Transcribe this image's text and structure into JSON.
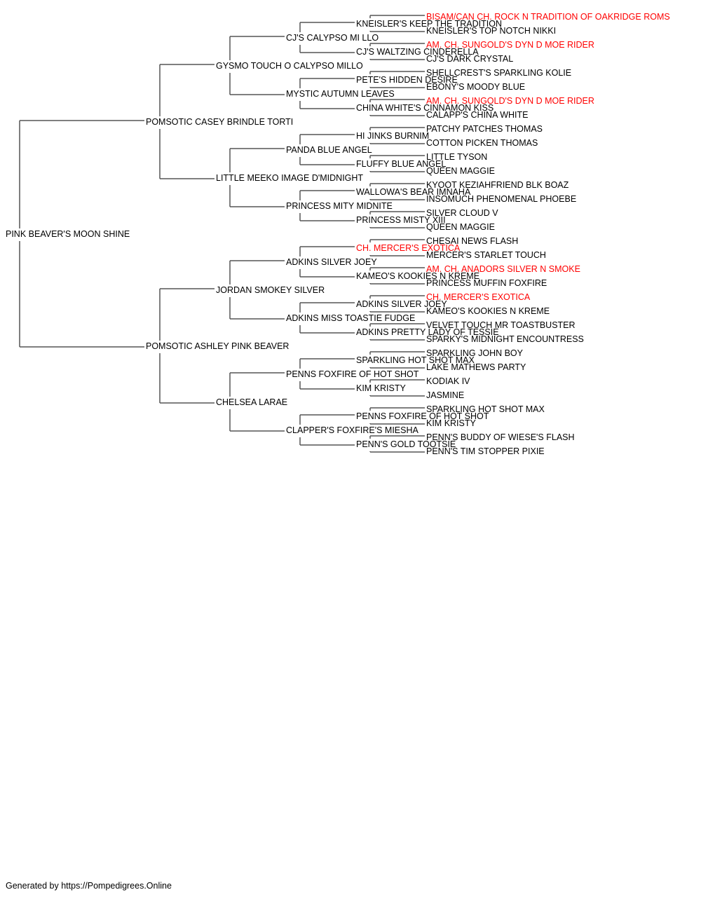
{
  "colors": {
    "champion": "#ff0000",
    "normal": "#000000",
    "line": "#555555"
  },
  "pedigree": [
    {
      "id": "p1",
      "name": "PINK BEAVER'S MOON SHINE",
      "champion": false,
      "gen": 0
    },
    {
      "id": "p2",
      "name": "POMSOTIC CASEY BRINDLE TORTI",
      "champion": false,
      "gen": 1
    },
    {
      "id": "p3",
      "name": "POMSOTIC ASHLEY PINK BEAVER",
      "champion": false,
      "gen": 1
    },
    {
      "id": "p4",
      "name": "GYSMO TOUCH O CALYPSO MILLO",
      "champion": false,
      "gen": 2
    },
    {
      "id": "p5",
      "name": "LITTLE MEEKO IMAGE D'MIDNIGHT",
      "champion": false,
      "gen": 2
    },
    {
      "id": "p6",
      "name": "JORDAN SMOKEY SILVER",
      "champion": false,
      "gen": 2
    },
    {
      "id": "p7",
      "name": "CHELSEA LARAE",
      "champion": false,
      "gen": 2
    },
    {
      "id": "p8",
      "name": "CJ'S CALYPSO MI LLO",
      "champion": false,
      "gen": 3
    },
    {
      "id": "p9",
      "name": "MYSTIC AUTUMN LEAVES",
      "champion": false,
      "gen": 3
    },
    {
      "id": "p10",
      "name": "PANDA BLUE ANGEL",
      "champion": false,
      "gen": 3
    },
    {
      "id": "p11",
      "name": "PRINCESS MITY MIDNITE",
      "champion": false,
      "gen": 3
    },
    {
      "id": "p12",
      "name": "ADKINS SILVER JOEY",
      "champion": false,
      "gen": 3
    },
    {
      "id": "p13",
      "name": "ADKINS MISS TOASTIE FUDGE",
      "champion": false,
      "gen": 3
    },
    {
      "id": "p14",
      "name": "PENNS FOXFIRE OF HOT SHOT",
      "champion": false,
      "gen": 3
    },
    {
      "id": "p15",
      "name": "CLAPPER'S FOXFIRE'S MIESHA",
      "champion": false,
      "gen": 3
    },
    {
      "id": "p16",
      "name": "KNEISLER'S KEEP THE TRADITION",
      "champion": false,
      "gen": 4
    },
    {
      "id": "p17",
      "name": "CJ'S WALTZING CINDERELLA",
      "champion": false,
      "gen": 4
    },
    {
      "id": "p18",
      "name": "PETE'S HIDDEN DESIRE",
      "champion": false,
      "gen": 4
    },
    {
      "id": "p19",
      "name": "CHINA WHITE'S CINNAMON KISS",
      "champion": false,
      "gen": 4
    },
    {
      "id": "p20",
      "name": "HI JINKS BURNIM",
      "champion": false,
      "gen": 4
    },
    {
      "id": "p21",
      "name": "FLUFFY BLUE ANGEL",
      "champion": false,
      "gen": 4
    },
    {
      "id": "p22",
      "name": "WALLOWA'S BEAR IMNAHA",
      "champion": false,
      "gen": 4
    },
    {
      "id": "p23",
      "name": "PRINCESS MISTY XIII",
      "champion": false,
      "gen": 4
    },
    {
      "id": "p24",
      "name": "CH. MERCER'S EXOTICA",
      "champion": true,
      "gen": 4
    },
    {
      "id": "p25",
      "name": "KAMEO'S KOOKIES N KREME",
      "champion": false,
      "gen": 4
    },
    {
      "id": "p26",
      "name": "ADKINS SILVER JOEY",
      "champion": false,
      "gen": 4
    },
    {
      "id": "p27",
      "name": "ADKINS PRETTY LADY OF TESSIE",
      "champion": false,
      "gen": 4
    },
    {
      "id": "p28",
      "name": "SPARKLING HOT SHOT MAX",
      "champion": false,
      "gen": 4
    },
    {
      "id": "p29",
      "name": "KIM KRISTY",
      "champion": false,
      "gen": 4
    },
    {
      "id": "p30",
      "name": "PENNS FOXFIRE OF HOT SHOT",
      "champion": false,
      "gen": 4
    },
    {
      "id": "p31",
      "name": "PENN'S GOLD TOOTSIE",
      "champion": false,
      "gen": 4
    },
    {
      "id": "p32",
      "name": "BISAM/CAN CH. ROCK N TRADITION OF OAKRIDGE ROMS",
      "champion": true,
      "gen": 5
    },
    {
      "id": "p33",
      "name": "KNEISLER'S TOP NOTCH NIKKI",
      "champion": false,
      "gen": 5
    },
    {
      "id": "p34",
      "name": "AM. CH. SUNGOLD'S DYN D MOE RIDER",
      "champion": true,
      "gen": 5
    },
    {
      "id": "p35",
      "name": "CJ'S DARK CRYSTAL",
      "champion": false,
      "gen": 5
    },
    {
      "id": "p36",
      "name": "SHELLCREST'S SPARKLING KOLIE",
      "champion": false,
      "gen": 5
    },
    {
      "id": "p37",
      "name": "EBONY'S MOODY BLUE",
      "champion": false,
      "gen": 5
    },
    {
      "id": "p38",
      "name": "AM. CH. SUNGOLD'S DYN D MOE RIDER",
      "champion": true,
      "gen": 5
    },
    {
      "id": "p39",
      "name": "CALAPP'S CHINA WHITE",
      "champion": false,
      "gen": 5
    },
    {
      "id": "p40",
      "name": "PATCHY PATCHES THOMAS",
      "champion": false,
      "gen": 5
    },
    {
      "id": "p41",
      "name": "COTTON PICKEN THOMAS",
      "champion": false,
      "gen": 5
    },
    {
      "id": "p42",
      "name": "LITTLE TYSON",
      "champion": false,
      "gen": 5
    },
    {
      "id": "p43",
      "name": "QUEEN MAGGIE",
      "champion": false,
      "gen": 5
    },
    {
      "id": "p44",
      "name": "KYOOT KEZIAHFRIEND BLK BOAZ",
      "champion": false,
      "gen": 5
    },
    {
      "id": "p45",
      "name": "INSOMUCH PHENOMENAL PHOEBE",
      "champion": false,
      "gen": 5
    },
    {
      "id": "p46",
      "name": "SILVER CLOUD V",
      "champion": false,
      "gen": 5
    },
    {
      "id": "p47",
      "name": "QUEEN MAGGIE",
      "champion": false,
      "gen": 5
    },
    {
      "id": "p48",
      "name": "CHESAI NEWS FLASH",
      "champion": false,
      "gen": 5
    },
    {
      "id": "p49",
      "name": "MERCER'S STARLET TOUCH",
      "champion": false,
      "gen": 5
    },
    {
      "id": "p50",
      "name": "AM. CH. ANADORS SILVER N SMOKE",
      "champion": true,
      "gen": 5
    },
    {
      "id": "p51",
      "name": "PRINCESS MUFFIN FOXFIRE",
      "champion": false,
      "gen": 5
    },
    {
      "id": "p52",
      "name": "CH. MERCER'S EXOTICA",
      "champion": true,
      "gen": 5
    },
    {
      "id": "p53",
      "name": "KAMEO'S KOOKIES N KREME",
      "champion": false,
      "gen": 5
    },
    {
      "id": "p54",
      "name": "VELVET TOUCH MR TOASTBUSTER",
      "champion": false,
      "gen": 5
    },
    {
      "id": "p55",
      "name": "SPARKY'S MIDNIGHT ENCOUNTRESS",
      "champion": false,
      "gen": 5
    },
    {
      "id": "p56",
      "name": "SPARKLING JOHN BOY",
      "champion": false,
      "gen": 5
    },
    {
      "id": "p57",
      "name": "LAKE MATHEWS PARTY",
      "champion": false,
      "gen": 5
    },
    {
      "id": "p58",
      "name": "KODIAK IV",
      "champion": false,
      "gen": 5
    },
    {
      "id": "p59",
      "name": "JASMINE",
      "champion": false,
      "gen": 5
    },
    {
      "id": "p60",
      "name": "SPARKLING HOT SHOT MAX",
      "champion": false,
      "gen": 5
    },
    {
      "id": "p61",
      "name": "KIM KRISTY",
      "champion": false,
      "gen": 5
    },
    {
      "id": "p62",
      "name": "PENN'S BUDDY OF WIESE'S FLASH",
      "champion": false,
      "gen": 5
    },
    {
      "id": "p63",
      "name": "PENN'S TIM STOPPER PIXIE",
      "champion": false,
      "gen": 5
    }
  ],
  "footer": {
    "text": "Generated by https://Pompedigrees.Online"
  }
}
